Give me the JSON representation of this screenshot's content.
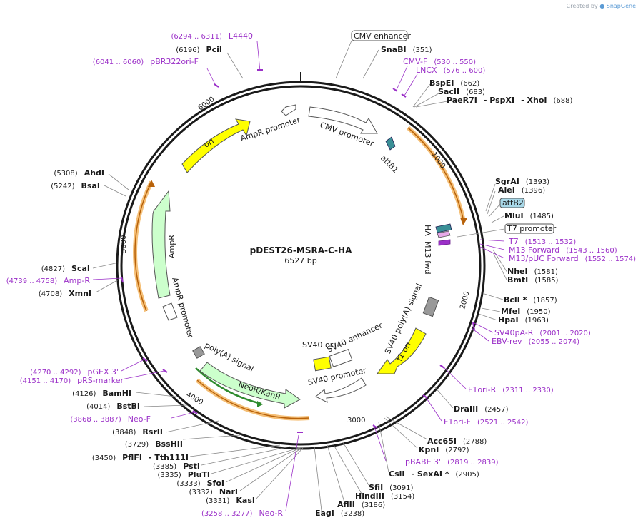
{
  "credit": {
    "prefix": "Created by",
    "brand": "SnapGene"
  },
  "plasmid": {
    "name": "pDEST26-MSRA-C-HA",
    "size": "6527 bp",
    "length": 6527
  },
  "colors": {
    "backbone": "#1a1a1a",
    "primer": "#9b30c8",
    "orf_fill": "#f5a623",
    "ori_fill": "#ffff00",
    "marker_fill": "#ccffcc",
    "promoter_fill": "#ffffff"
  },
  "ticks": [
    "1000",
    "2000",
    "3000",
    "4000",
    "5000",
    "6000"
  ],
  "features": [
    {
      "label": "CMV enhancer",
      "boxed": true
    },
    {
      "label": "CMV promoter"
    },
    {
      "label": "attB1"
    },
    {
      "label": "HA"
    },
    {
      "label": "M13 fwd"
    },
    {
      "label": "attB2",
      "boxed": true
    },
    {
      "label": "T7 promoter",
      "boxed": true
    },
    {
      "label": "SV40 poly(A) signal"
    },
    {
      "label": "f1 ori"
    },
    {
      "label": "SV40 enhancer"
    },
    {
      "label": "SV40 ori"
    },
    {
      "label": "SV40 promoter"
    },
    {
      "label": "NeoR/KanR"
    },
    {
      "label": "poly(A) signal"
    },
    {
      "label": "AmpR promoter"
    },
    {
      "label": "AmpR"
    },
    {
      "label": "AmpR promoter"
    },
    {
      "label": "ori"
    }
  ],
  "sites": [
    {
      "name": "SnaBI",
      "pos": "(351)"
    },
    {
      "name": "BspEI",
      "pos": "(662)"
    },
    {
      "name": "SacII",
      "pos": "(683)"
    },
    {
      "name": "PaeR7I",
      "extra": "- PspXI",
      "extra2": "- XhoI",
      "pos": "(688)"
    },
    {
      "name": "SgrAI",
      "pos": "(1393)"
    },
    {
      "name": "AleI",
      "pos": "(1396)"
    },
    {
      "name": "MluI",
      "pos": "(1485)"
    },
    {
      "name": "NheI",
      "pos": "(1581)"
    },
    {
      "name": "BmtI",
      "pos": "(1585)"
    },
    {
      "name": "BclI *",
      "pos": "(1857)"
    },
    {
      "name": "MfeI",
      "pos": "(1950)"
    },
    {
      "name": "HpaI",
      "pos": "(1963)"
    },
    {
      "name": "DraIII",
      "pos": "(2457)"
    },
    {
      "name": "Acc65I",
      "pos": "(2788)"
    },
    {
      "name": "KpnI",
      "pos": "(2792)"
    },
    {
      "name": "CsiI",
      "extra": "- SexAI *",
      "pos": "(2905)"
    },
    {
      "name": "SfiI",
      "pos": "(3091)"
    },
    {
      "name": "HindIII",
      "pos": "(3154)"
    },
    {
      "name": "AflII",
      "pos": "(3186)"
    },
    {
      "name": "EagI",
      "pos": "(3238)"
    },
    {
      "name": "KasI",
      "pos": "(3331)"
    },
    {
      "name": "NarI",
      "pos": "(3332)"
    },
    {
      "name": "SfoI",
      "pos": "(3333)"
    },
    {
      "name": "PluTI",
      "pos": "(3335)"
    },
    {
      "name": "PstI",
      "pos": "(3385)"
    },
    {
      "name": "PflFI",
      "extra": "- Tth111I",
      "pos": "(3450)"
    },
    {
      "name": "BssHII",
      "pos": "(3729)"
    },
    {
      "name": "RsrII",
      "pos": "(3848)"
    },
    {
      "name": "BstBI",
      "pos": "(4014)"
    },
    {
      "name": "BamHI",
      "pos": "(4126)"
    },
    {
      "name": "XmnI",
      "pos": "(4708)"
    },
    {
      "name": "ScaI",
      "pos": "(4827)"
    },
    {
      "name": "BsaI",
      "pos": "(5242)"
    },
    {
      "name": "AhdI",
      "pos": "(5308)"
    },
    {
      "name": "PciI",
      "pos": "(6196)"
    }
  ],
  "primers": [
    {
      "name": "L4440",
      "range": "(6294 .. 6311)"
    },
    {
      "name": "pBR322ori-F",
      "range": "(6041 .. 6060)"
    },
    {
      "name": "CMV-F",
      "range": "(530 .. 550)"
    },
    {
      "name": "LNCX",
      "range": "(576 .. 600)"
    },
    {
      "name": "T7",
      "range": "(1513 .. 1532)"
    },
    {
      "name": "M13 Forward",
      "range": "(1543 .. 1560)"
    },
    {
      "name": "M13/pUC Forward",
      "range": "(1552 .. 1574)"
    },
    {
      "name": "SV40pA-R",
      "range": "(2001 .. 2020)"
    },
    {
      "name": "EBV-rev",
      "range": "(2055 .. 2074)"
    },
    {
      "name": "F1ori-R",
      "range": "(2311 .. 2330)"
    },
    {
      "name": "F1ori-F",
      "range": "(2521 .. 2542)"
    },
    {
      "name": "pBABE 3'",
      "range": "(2819 .. 2839)"
    },
    {
      "name": "Neo-R",
      "range": "(3258 .. 3277)"
    },
    {
      "name": "Neo-F",
      "range": "(3868 .. 3887)"
    },
    {
      "name": "pRS-marker",
      "range": "(4151 .. 4170)"
    },
    {
      "name": "pGEX 3'",
      "range": "(4270 .. 4292)"
    },
    {
      "name": "Amp-R",
      "range": "(4739 .. 4758)"
    }
  ]
}
